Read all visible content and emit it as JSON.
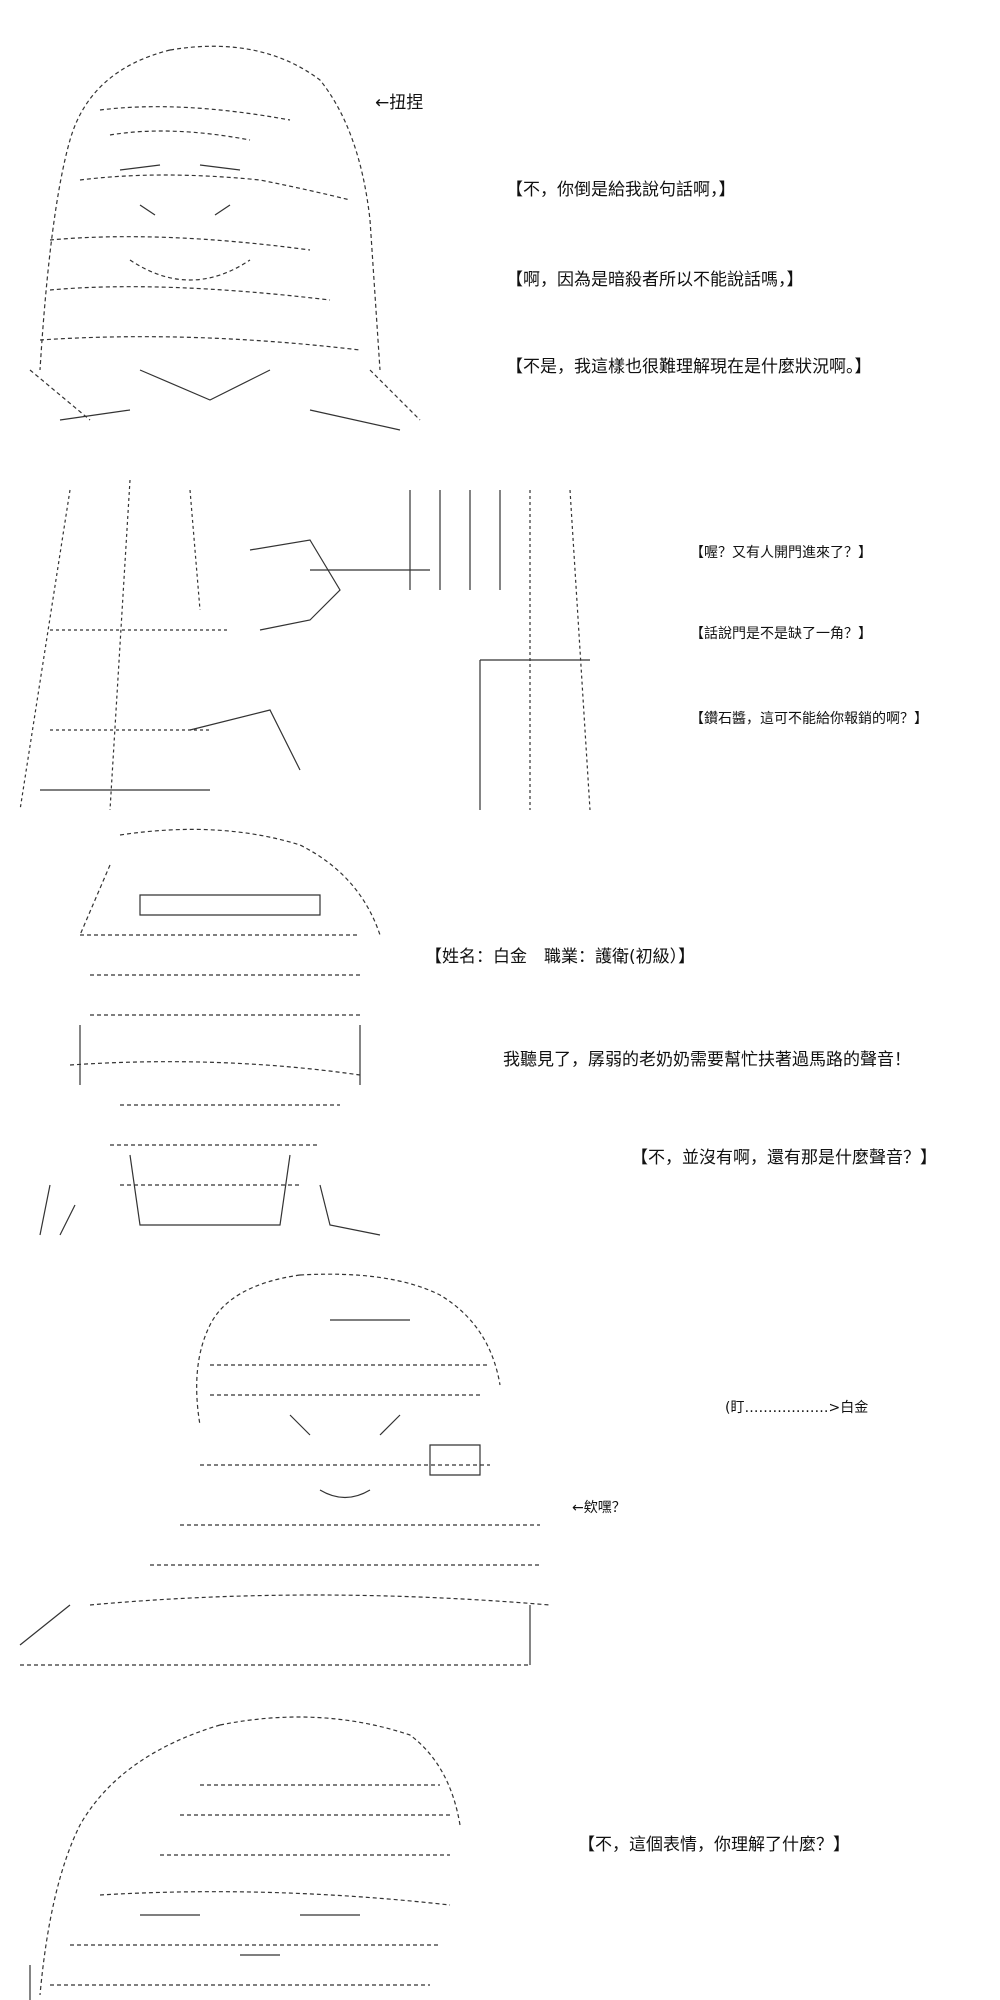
{
  "panels": [
    {
      "id": "panel-1",
      "dialogs": [
        "←扭捏",
        "【不，你倒是給我說句話啊，】",
        "【啊，因為是暗殺者所以不能說話嗎，】",
        "【不是，我這樣也很難理解現在是什麼狀況啊。】"
      ]
    },
    {
      "id": "panel-2",
      "dialogs": [
        "【喔？又有人開門進來了？】",
        "【話說門是不是缺了一角？】",
        "【鑽石醬，這可不能給你報銷的啊？】"
      ]
    },
    {
      "id": "panel-3",
      "dialogs": [
        "【姓名：白金　職業：護衛(初級）】",
        "我聽見了，孱弱的老奶奶需要幫忙扶著過馬路的聲音！",
        "【不，並沒有啊，還有那是什麼聲音？】"
      ]
    },
    {
      "id": "panel-4",
      "dialogs": [
        "(盯………………>白金",
        "←欸嘿？"
      ]
    },
    {
      "id": "panel-5",
      "dialogs": [
        "【不，這個表情，你理解了什麼？】"
      ]
    }
  ],
  "art": {
    "stroke_color": "#333333"
  }
}
